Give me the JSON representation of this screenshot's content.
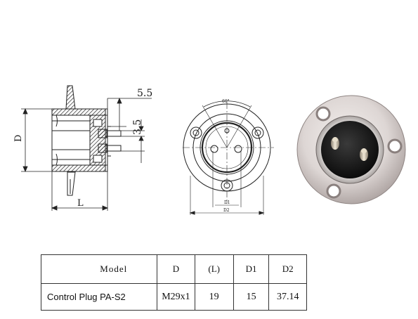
{
  "drawing": {
    "side_view": {
      "dim_top": "5.5",
      "dim_right": "3.5",
      "dim_height": "D",
      "dim_length": "L"
    },
    "front_view": {
      "angle": "60°",
      "dim_inner": "D1",
      "dim_outer": "D2"
    }
  },
  "table": {
    "headers": [
      "Model",
      "D",
      "(L)",
      "D1",
      "D2"
    ],
    "rows": [
      [
        "Control Plug PA-S2",
        "M29x1",
        "19",
        "15",
        "37.14"
      ]
    ]
  }
}
